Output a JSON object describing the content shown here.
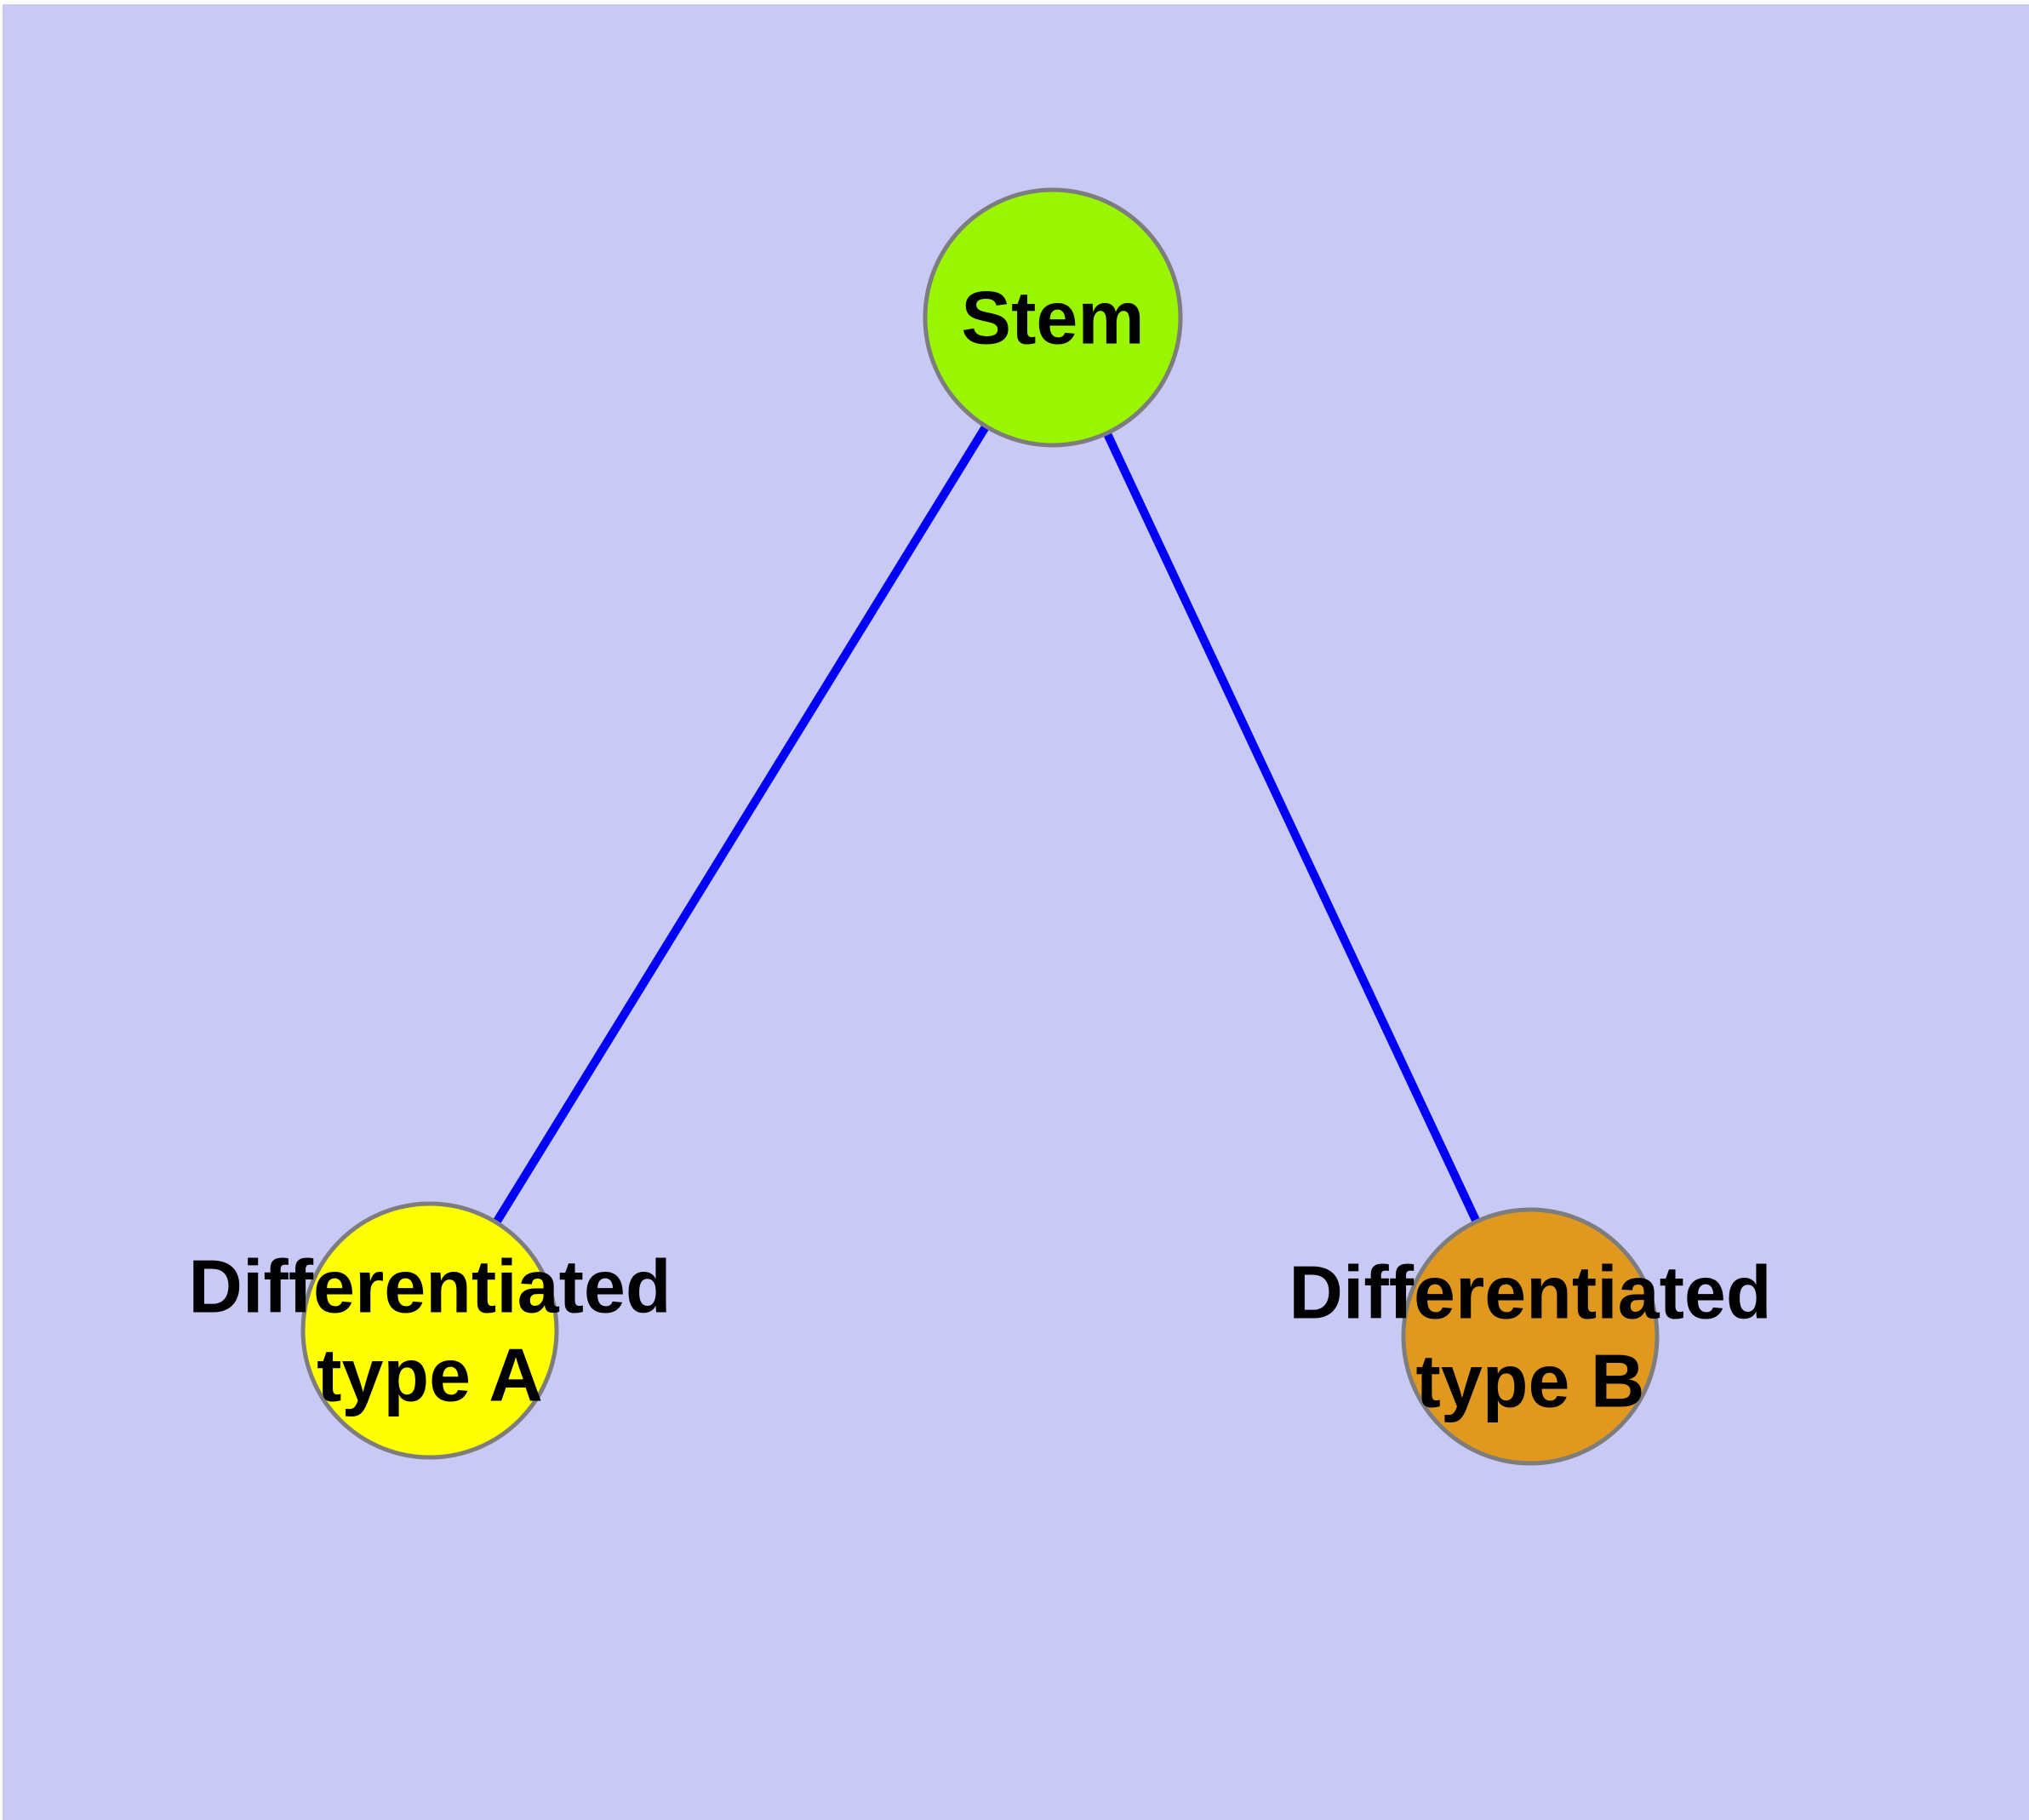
{
  "background": {
    "canvas_color": "#c9c9f5",
    "margin_color": "#ffffff"
  },
  "text_color": "#000000",
  "nodes": [
    {
      "id": "stem",
      "label": "Stem",
      "label_lines": [
        "Stem"
      ],
      "fill_color": "#99f500",
      "border_color": "#7d7d7d"
    },
    {
      "id": "differentiated-type-a",
      "label": "Differentiated type A",
      "label_lines": [
        "Differentiated",
        "type A"
      ],
      "fill_color": "#ffff00",
      "border_color": "#7d7d7d"
    },
    {
      "id": "differentiated-type-b",
      "label": "Differentiated type B",
      "label_lines": [
        "Differentiated",
        "type B"
      ],
      "fill_color": "#e0981f",
      "border_color": "#7d7d7d"
    }
  ],
  "edges": [
    {
      "from": "stem",
      "to": "differentiated-type-a",
      "color": "#0000f5"
    },
    {
      "from": "stem",
      "to": "differentiated-type-b",
      "color": "#0000f5"
    }
  ]
}
